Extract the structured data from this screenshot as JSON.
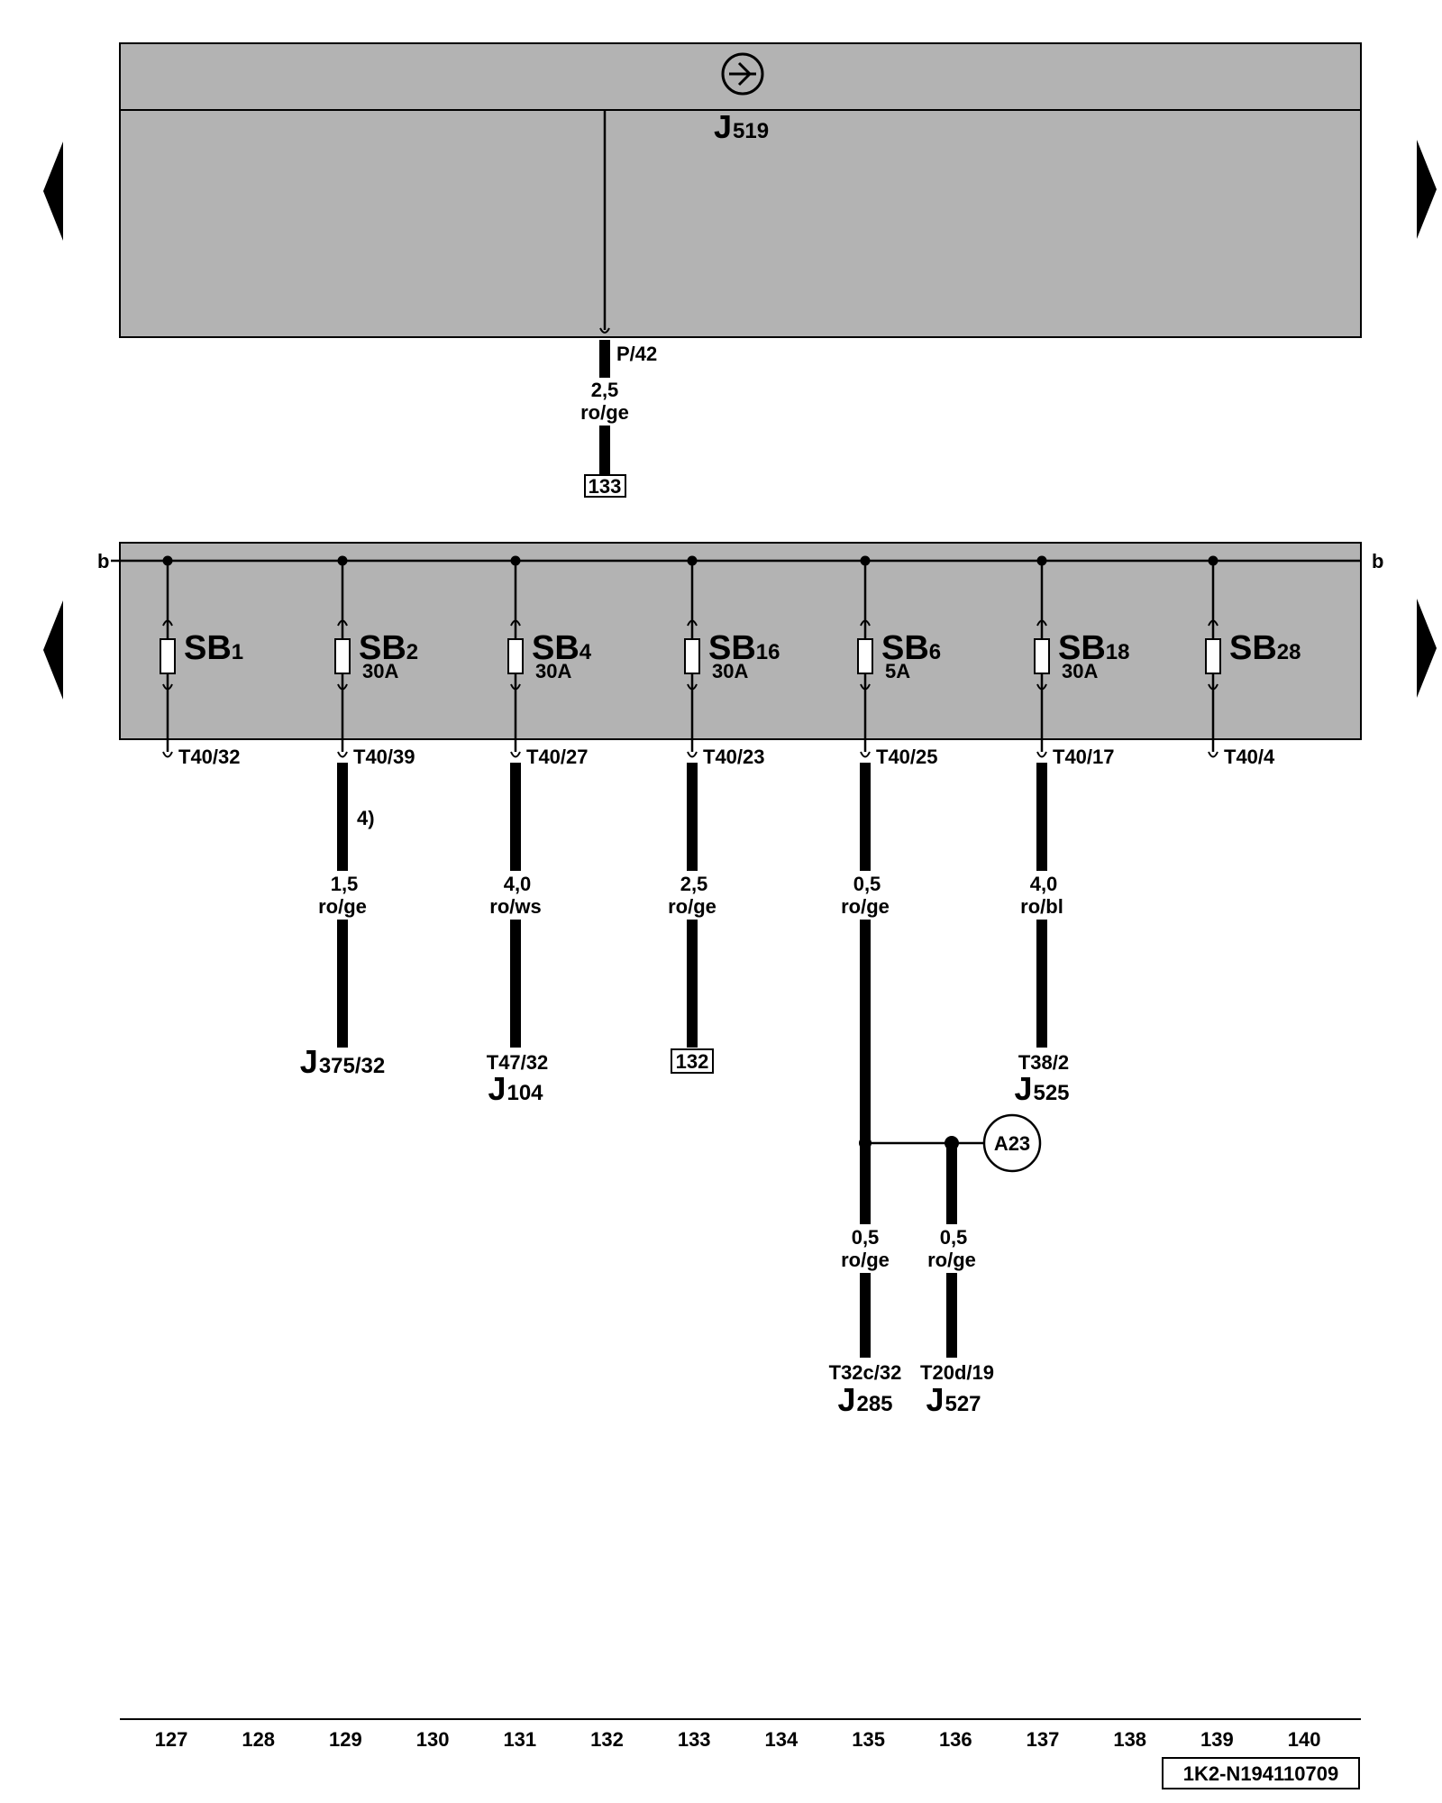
{
  "colors": {
    "panel": "#b3b3b3",
    "wire": "#000000",
    "background": "#ffffff"
  },
  "top_unit": {
    "name": "J",
    "sub": "519",
    "connector": "P/42",
    "wire_size": "2,5",
    "wire_color": "ro/ge",
    "ref": "133",
    "icon": "ground-symbol-icon"
  },
  "bus": {
    "left_label": "b",
    "right_label": "b"
  },
  "fuses": [
    {
      "name": "SB",
      "sub": "1",
      "rating": "",
      "pin": "T40/32"
    },
    {
      "name": "SB",
      "sub": "2",
      "rating": "30A",
      "pin": "T40/39"
    },
    {
      "name": "SB",
      "sub": "4",
      "rating": "30A",
      "pin": "T40/27"
    },
    {
      "name": "SB",
      "sub": "16",
      "rating": "30A",
      "pin": "T40/23"
    },
    {
      "name": "SB",
      "sub": "6",
      "rating": "5A",
      "pin": "T40/25"
    },
    {
      "name": "SB",
      "sub": "18",
      "rating": "30A",
      "pin": "T40/17"
    },
    {
      "name": "SB",
      "sub": "28",
      "rating": "",
      "pin": "T40/4"
    }
  ],
  "wires": [
    {
      "note": "4)",
      "size": "1,5",
      "color": "ro/ge",
      "dest_pin": "",
      "dest_name": "J",
      "dest_sub": "375/32",
      "ref": ""
    },
    {
      "note": "",
      "size": "4,0",
      "color": "ro/ws",
      "dest_pin": "T47/32",
      "dest_name": "J",
      "dest_sub": "104",
      "ref": ""
    },
    {
      "note": "",
      "size": "2,5",
      "color": "ro/ge",
      "dest_pin": "",
      "dest_name": "",
      "dest_sub": "",
      "ref": "132"
    },
    {
      "note": "",
      "size": "0,5",
      "color": "ro/ge",
      "dest_pin": "",
      "dest_name": "",
      "dest_sub": "",
      "ref": ""
    },
    {
      "note": "",
      "size": "4,0",
      "color": "ro/bl",
      "dest_pin": "T38/2",
      "dest_name": "J",
      "dest_sub": "525",
      "ref": ""
    }
  ],
  "branch": {
    "connector": "A23",
    "left": {
      "size": "0,5",
      "color": "ro/ge",
      "dest_pin": "T32c/32",
      "dest_name": "J",
      "dest_sub": "285"
    },
    "right": {
      "size": "0,5",
      "color": "ro/ge",
      "dest_pin": "T20d/19",
      "dest_name": "J",
      "dest_sub": "527"
    }
  },
  "columns": [
    "127",
    "128",
    "129",
    "130",
    "131",
    "132",
    "133",
    "134",
    "135",
    "136",
    "137",
    "138",
    "139",
    "140"
  ],
  "doc_id": "1K2-N194110709"
}
